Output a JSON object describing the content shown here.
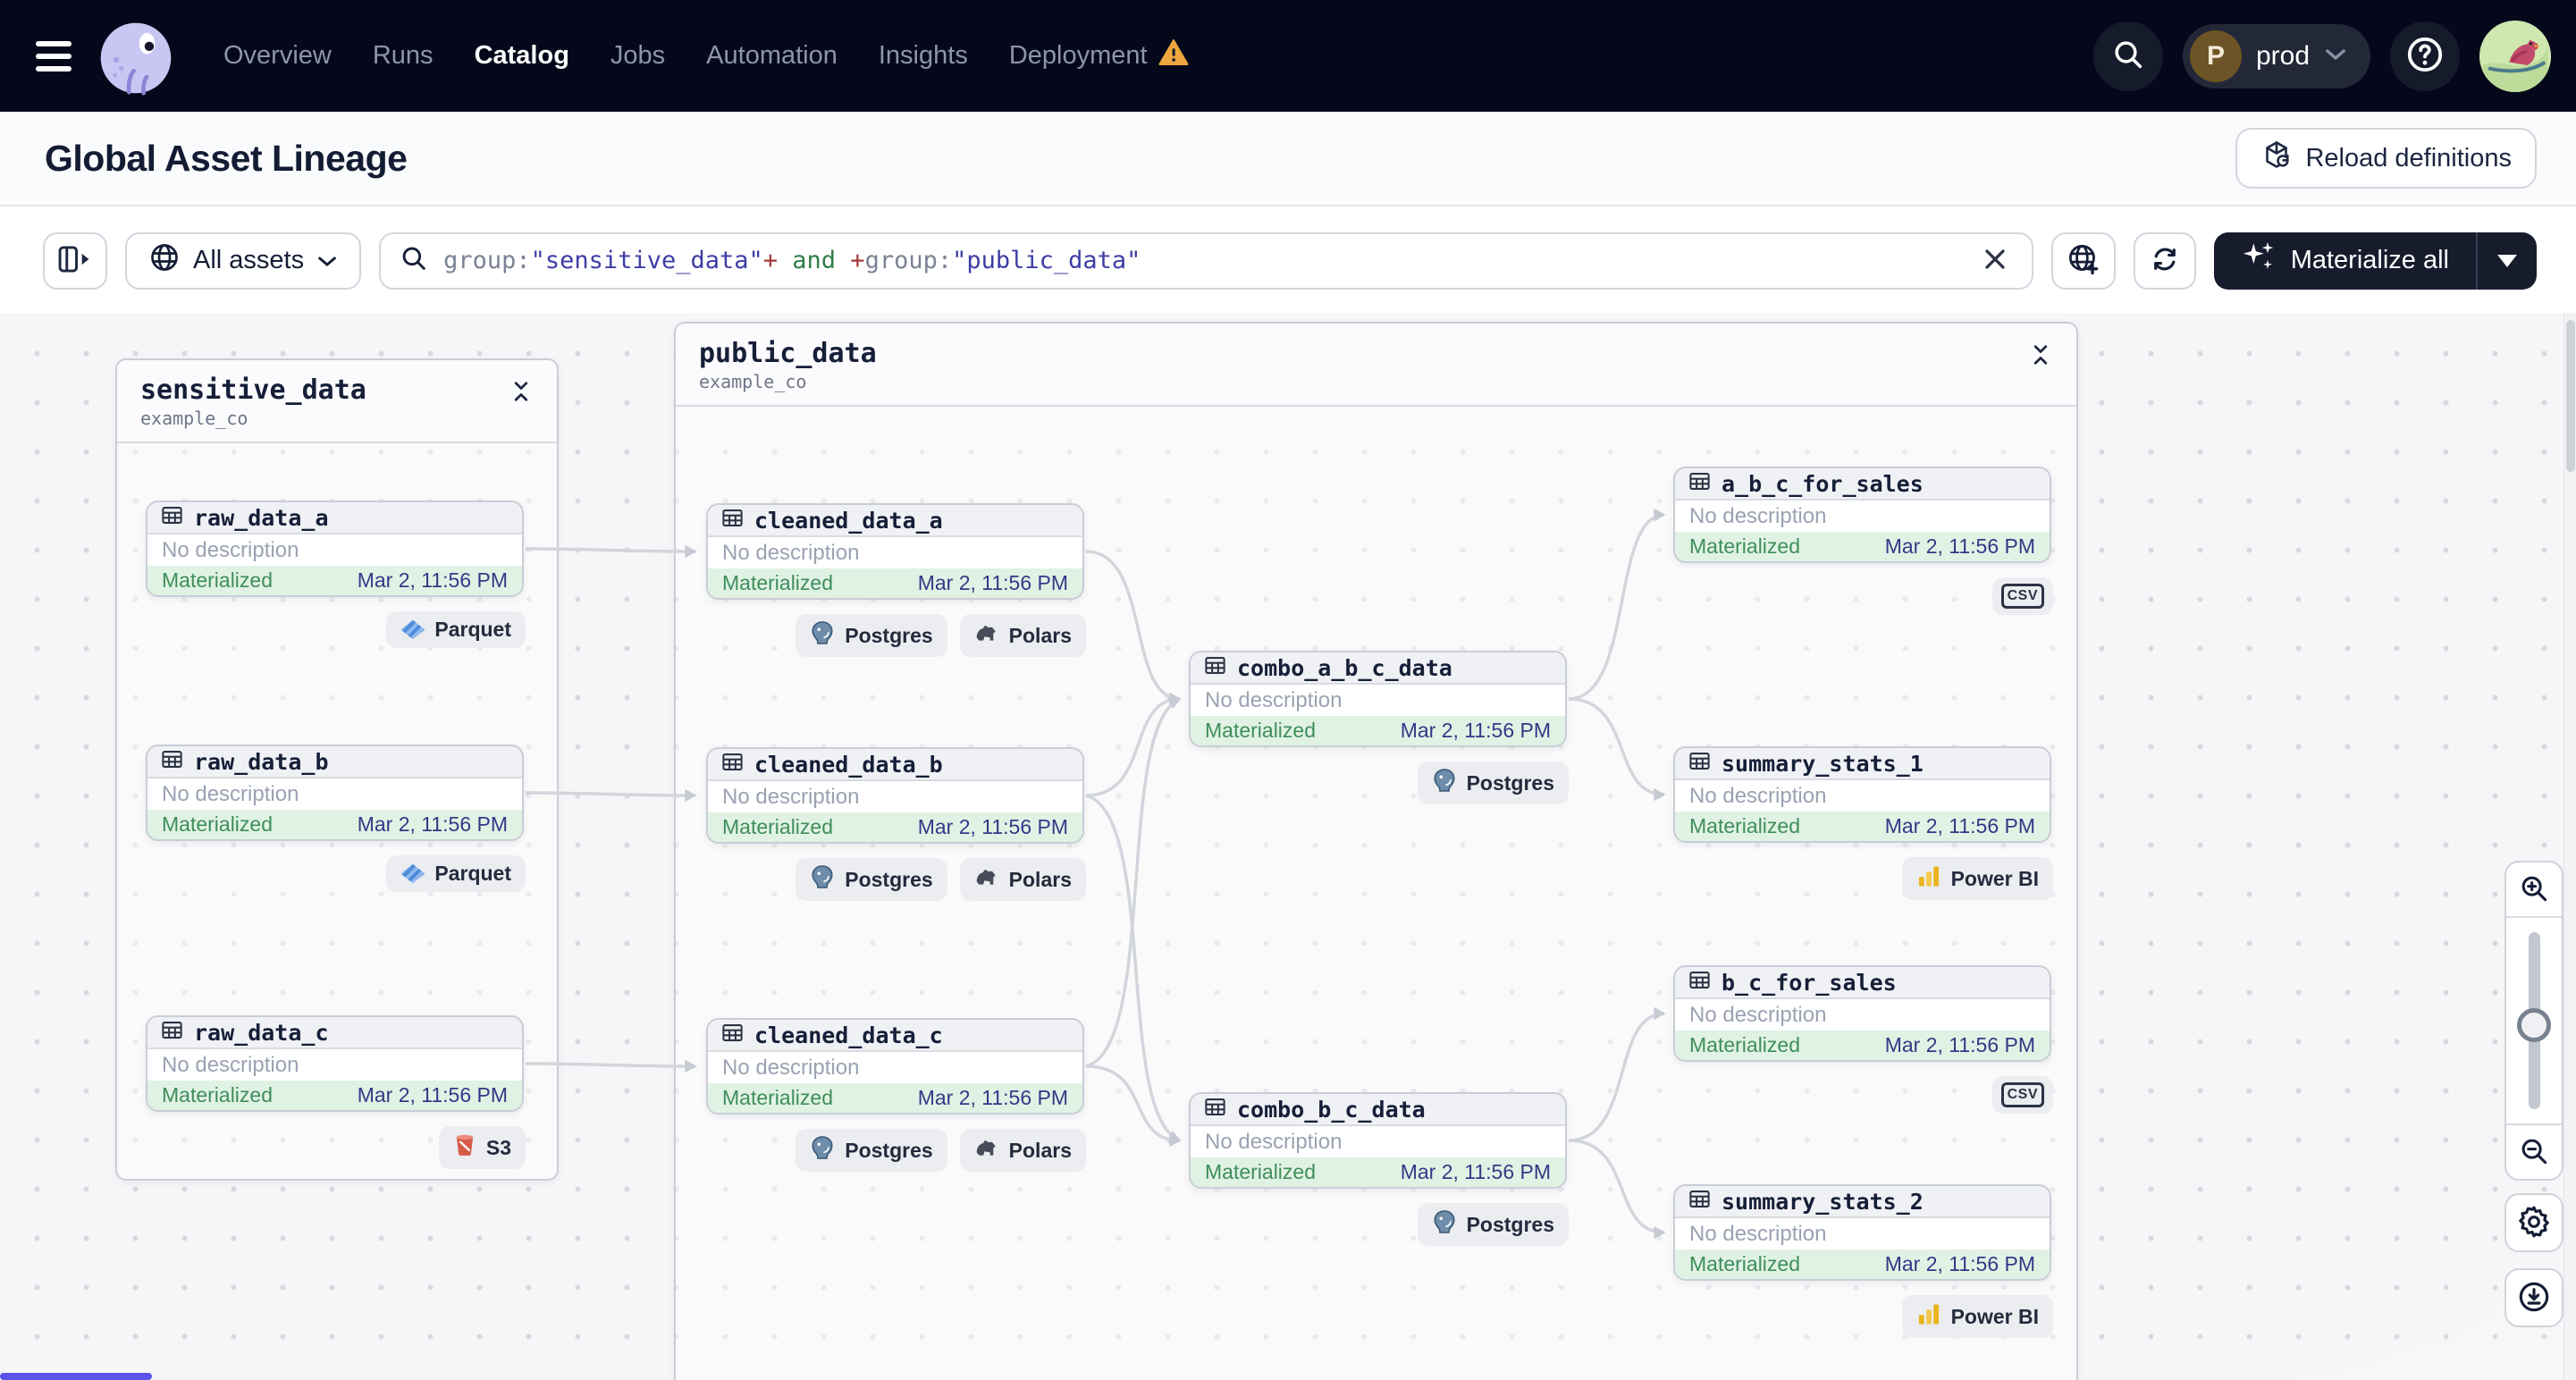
{
  "nav": {
    "items": [
      {
        "label": "Overview",
        "active": false,
        "warning": false
      },
      {
        "label": "Runs",
        "active": false,
        "warning": false
      },
      {
        "label": "Catalog",
        "active": true,
        "warning": false
      },
      {
        "label": "Jobs",
        "active": false,
        "warning": false
      },
      {
        "label": "Automation",
        "active": false,
        "warning": false
      },
      {
        "label": "Insights",
        "active": false,
        "warning": false
      },
      {
        "label": "Deployment",
        "active": false,
        "warning": true
      }
    ],
    "environment": {
      "initial": "P",
      "name": "prod"
    }
  },
  "header": {
    "title": "Global Asset Lineage",
    "reload_button": "Reload definitions"
  },
  "toolbar": {
    "scope_button": "All assets",
    "materialize_button": "Materialize all",
    "search_tokens": [
      {
        "text": "group:",
        "color": "#7b8294"
      },
      {
        "text": "\"sensitive_data\"",
        "color": "#3d3da5"
      },
      {
        "text": "+",
        "color": "#a33b3b"
      },
      {
        "text": " and ",
        "color": "#2f7d45"
      },
      {
        "text": "+",
        "color": "#a33b3b"
      },
      {
        "text": "group:",
        "color": "#7b8294"
      },
      {
        "text": "\"public_data\"",
        "color": "#3d3da5"
      }
    ]
  },
  "lineage": {
    "groups": [
      {
        "name": "sensitive_data",
        "repo": "example_co"
      },
      {
        "name": "public_data",
        "repo": "example_co"
      }
    ],
    "nodes": [
      {
        "name": "raw_data_a",
        "group": "sensitive_data",
        "description": "No description",
        "status": "Materialized",
        "timestamp": "Mar 2, 11:56 PM",
        "badges": [
          {
            "kind": "parquet",
            "label": "Parquet"
          }
        ]
      },
      {
        "name": "raw_data_b",
        "group": "sensitive_data",
        "description": "No description",
        "status": "Materialized",
        "timestamp": "Mar 2, 11:56 PM",
        "badges": [
          {
            "kind": "parquet",
            "label": "Parquet"
          }
        ]
      },
      {
        "name": "raw_data_c",
        "group": "sensitive_data",
        "description": "No description",
        "status": "Materialized",
        "timestamp": "Mar 2, 11:56 PM",
        "badges": [
          {
            "kind": "s3",
            "label": "S3"
          }
        ]
      },
      {
        "name": "cleaned_data_a",
        "group": "public_data",
        "description": "No description",
        "status": "Materialized",
        "timestamp": "Mar 2, 11:56 PM",
        "badges": [
          {
            "kind": "postgres",
            "label": "Postgres"
          },
          {
            "kind": "polars",
            "label": "Polars"
          }
        ]
      },
      {
        "name": "cleaned_data_b",
        "group": "public_data",
        "description": "No description",
        "status": "Materialized",
        "timestamp": "Mar 2, 11:56 PM",
        "badges": [
          {
            "kind": "postgres",
            "label": "Postgres"
          },
          {
            "kind": "polars",
            "label": "Polars"
          }
        ]
      },
      {
        "name": "cleaned_data_c",
        "group": "public_data",
        "description": "No description",
        "status": "Materialized",
        "timestamp": "Mar 2, 11:56 PM",
        "badges": [
          {
            "kind": "postgres",
            "label": "Postgres"
          },
          {
            "kind": "polars",
            "label": "Polars"
          }
        ]
      },
      {
        "name": "combo_a_b_c_data",
        "group": "public_data",
        "description": "No description",
        "status": "Materialized",
        "timestamp": "Mar 2, 11:56 PM",
        "badges": [
          {
            "kind": "postgres",
            "label": "Postgres"
          }
        ]
      },
      {
        "name": "combo_b_c_data",
        "group": "public_data",
        "description": "No description",
        "status": "Materialized",
        "timestamp": "Mar 2, 11:56 PM",
        "badges": [
          {
            "kind": "postgres",
            "label": "Postgres"
          }
        ]
      },
      {
        "name": "a_b_c_for_sales",
        "group": "public_data",
        "description": "No description",
        "status": "Materialized",
        "timestamp": "Mar 2, 11:56 PM",
        "badges": [
          {
            "kind": "csv",
            "label": "CSV"
          }
        ]
      },
      {
        "name": "summary_stats_1",
        "group": "public_data",
        "description": "No description",
        "status": "Materialized",
        "timestamp": "Mar 2, 11:56 PM",
        "badges": [
          {
            "kind": "powerbi",
            "label": "Power BI"
          }
        ]
      },
      {
        "name": "b_c_for_sales",
        "group": "public_data",
        "description": "No description",
        "status": "Materialized",
        "timestamp": "Mar 2, 11:56 PM",
        "badges": [
          {
            "kind": "csv",
            "label": "CSV"
          }
        ]
      },
      {
        "name": "summary_stats_2",
        "group": "public_data",
        "description": "No description",
        "status": "Materialized",
        "timestamp": "Mar 2, 11:56 PM",
        "badges": [
          {
            "kind": "powerbi",
            "label": "Power BI"
          }
        ]
      }
    ],
    "edges": [
      [
        "raw_data_a",
        "cleaned_data_a"
      ],
      [
        "raw_data_b",
        "cleaned_data_b"
      ],
      [
        "raw_data_c",
        "cleaned_data_c"
      ],
      [
        "cleaned_data_a",
        "combo_a_b_c_data"
      ],
      [
        "cleaned_data_b",
        "combo_a_b_c_data"
      ],
      [
        "cleaned_data_c",
        "combo_a_b_c_data"
      ],
      [
        "cleaned_data_b",
        "combo_b_c_data"
      ],
      [
        "cleaned_data_c",
        "combo_b_c_data"
      ],
      [
        "combo_a_b_c_data",
        "a_b_c_for_sales"
      ],
      [
        "combo_a_b_c_data",
        "summary_stats_1"
      ],
      [
        "combo_b_c_data",
        "b_c_for_sales"
      ],
      [
        "combo_b_c_data",
        "summary_stats_2"
      ]
    ]
  },
  "colors": {
    "status_green": "#3f8e5a",
    "timestamp_navy": "#373787",
    "warning_orange": "#efa63e",
    "materialized_bg": "#e0f2e4"
  }
}
